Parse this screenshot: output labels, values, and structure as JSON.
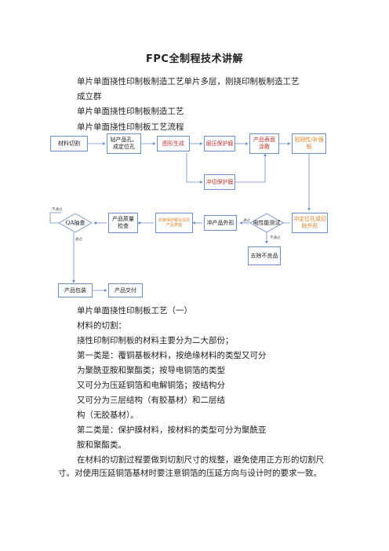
{
  "doc": {
    "title": "FPC全制程技术讲解",
    "intro_lines": [
      "单片单面挠性印制板制造工艺单片多层，刚挠印制板制造工艺",
      "成立群",
      "单片单面挠性印制板制造工艺",
      "单片单面挠性印制板工艺流程"
    ],
    "section_lines": [
      "单片单面挠性印制板工艺（一）",
      "材料的切割：",
      "挠性印制印制板的材料主要分为二大部份；",
      "第一类是：覆铜基板材料，按绝缘材料的类型又可分",
      "为聚酰亚胺和聚酯类；按导电铜箔的类型",
      "又可分为压延铜箔和电解铜箔；按结构分",
      "又可分为三层结构（有胶基材）和二层结",
      "构（无胶基材）。",
      "第二类是：保护膜材料，按材料的类型可分为聚酰亚",
      "胺和聚酯类。"
    ],
    "last_paragraph": "在材料的切割过程要做到切割尺寸的规整，避免使用正方形的切割尺寸。对使用压延铜箔基材时要注意铜箔的压延方向与设计时的要求一致。"
  },
  "flow": {
    "boxes": {
      "b1": "材料切割",
      "b2": "钻产品孔、成定位孔",
      "b3": "图形生成",
      "b4": "层压保护膜",
      "b5": "产品表面涂敷",
      "b6": "贴刚性/补强板",
      "b7": "冲切保护膜",
      "b8": "产品质量检查",
      "b9": "剥离保护膜及清洁产品表面",
      "b10": "冲产品外形",
      "b11": "电性能测试",
      "b12": "冲定位孔或切除外形",
      "b13": "去除不良品",
      "b14": "产品包装",
      "b15": "产品交付",
      "qa": "QA抽查"
    },
    "labels": {
      "not_pass_1": "不通过",
      "pass_1": "通过",
      "pass_2": "通过",
      "not_pass_2": "不通过"
    }
  }
}
